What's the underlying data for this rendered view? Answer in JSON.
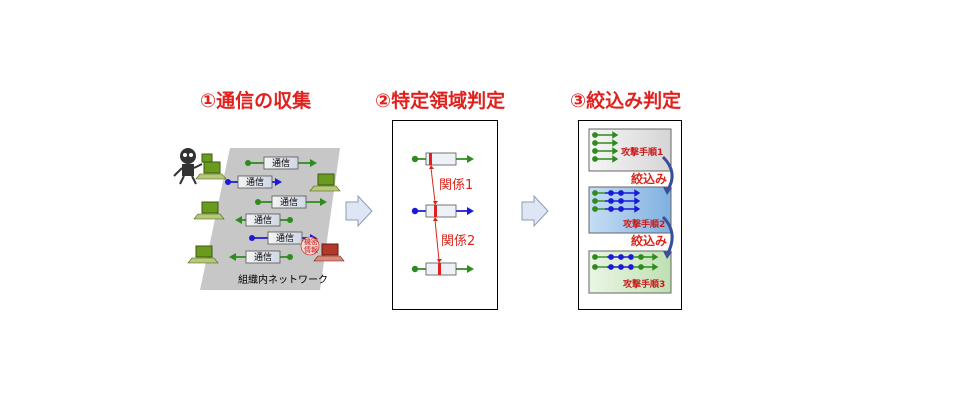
{
  "steps": [
    {
      "title": "①通信の収集"
    },
    {
      "title": "②特定領域判定"
    },
    {
      "title": "③絞込み判定"
    }
  ],
  "network": {
    "label": "組織内ネットワーク",
    "comm_label": "通信",
    "secret_line1": "機密",
    "secret_line2": "情報"
  },
  "region": {
    "relation1": "関係1",
    "relation2": "関係2"
  },
  "narrowing": {
    "step1": "攻撃手順1",
    "step2": "攻撃手順2",
    "step3": "攻撃手順3",
    "narrow_label": "絞込み"
  },
  "colors": {
    "accent_red": "#e0211d",
    "green": "#2e8b1e",
    "blue": "#1a1ad6",
    "arrow_fill": "#dfe6f3"
  }
}
